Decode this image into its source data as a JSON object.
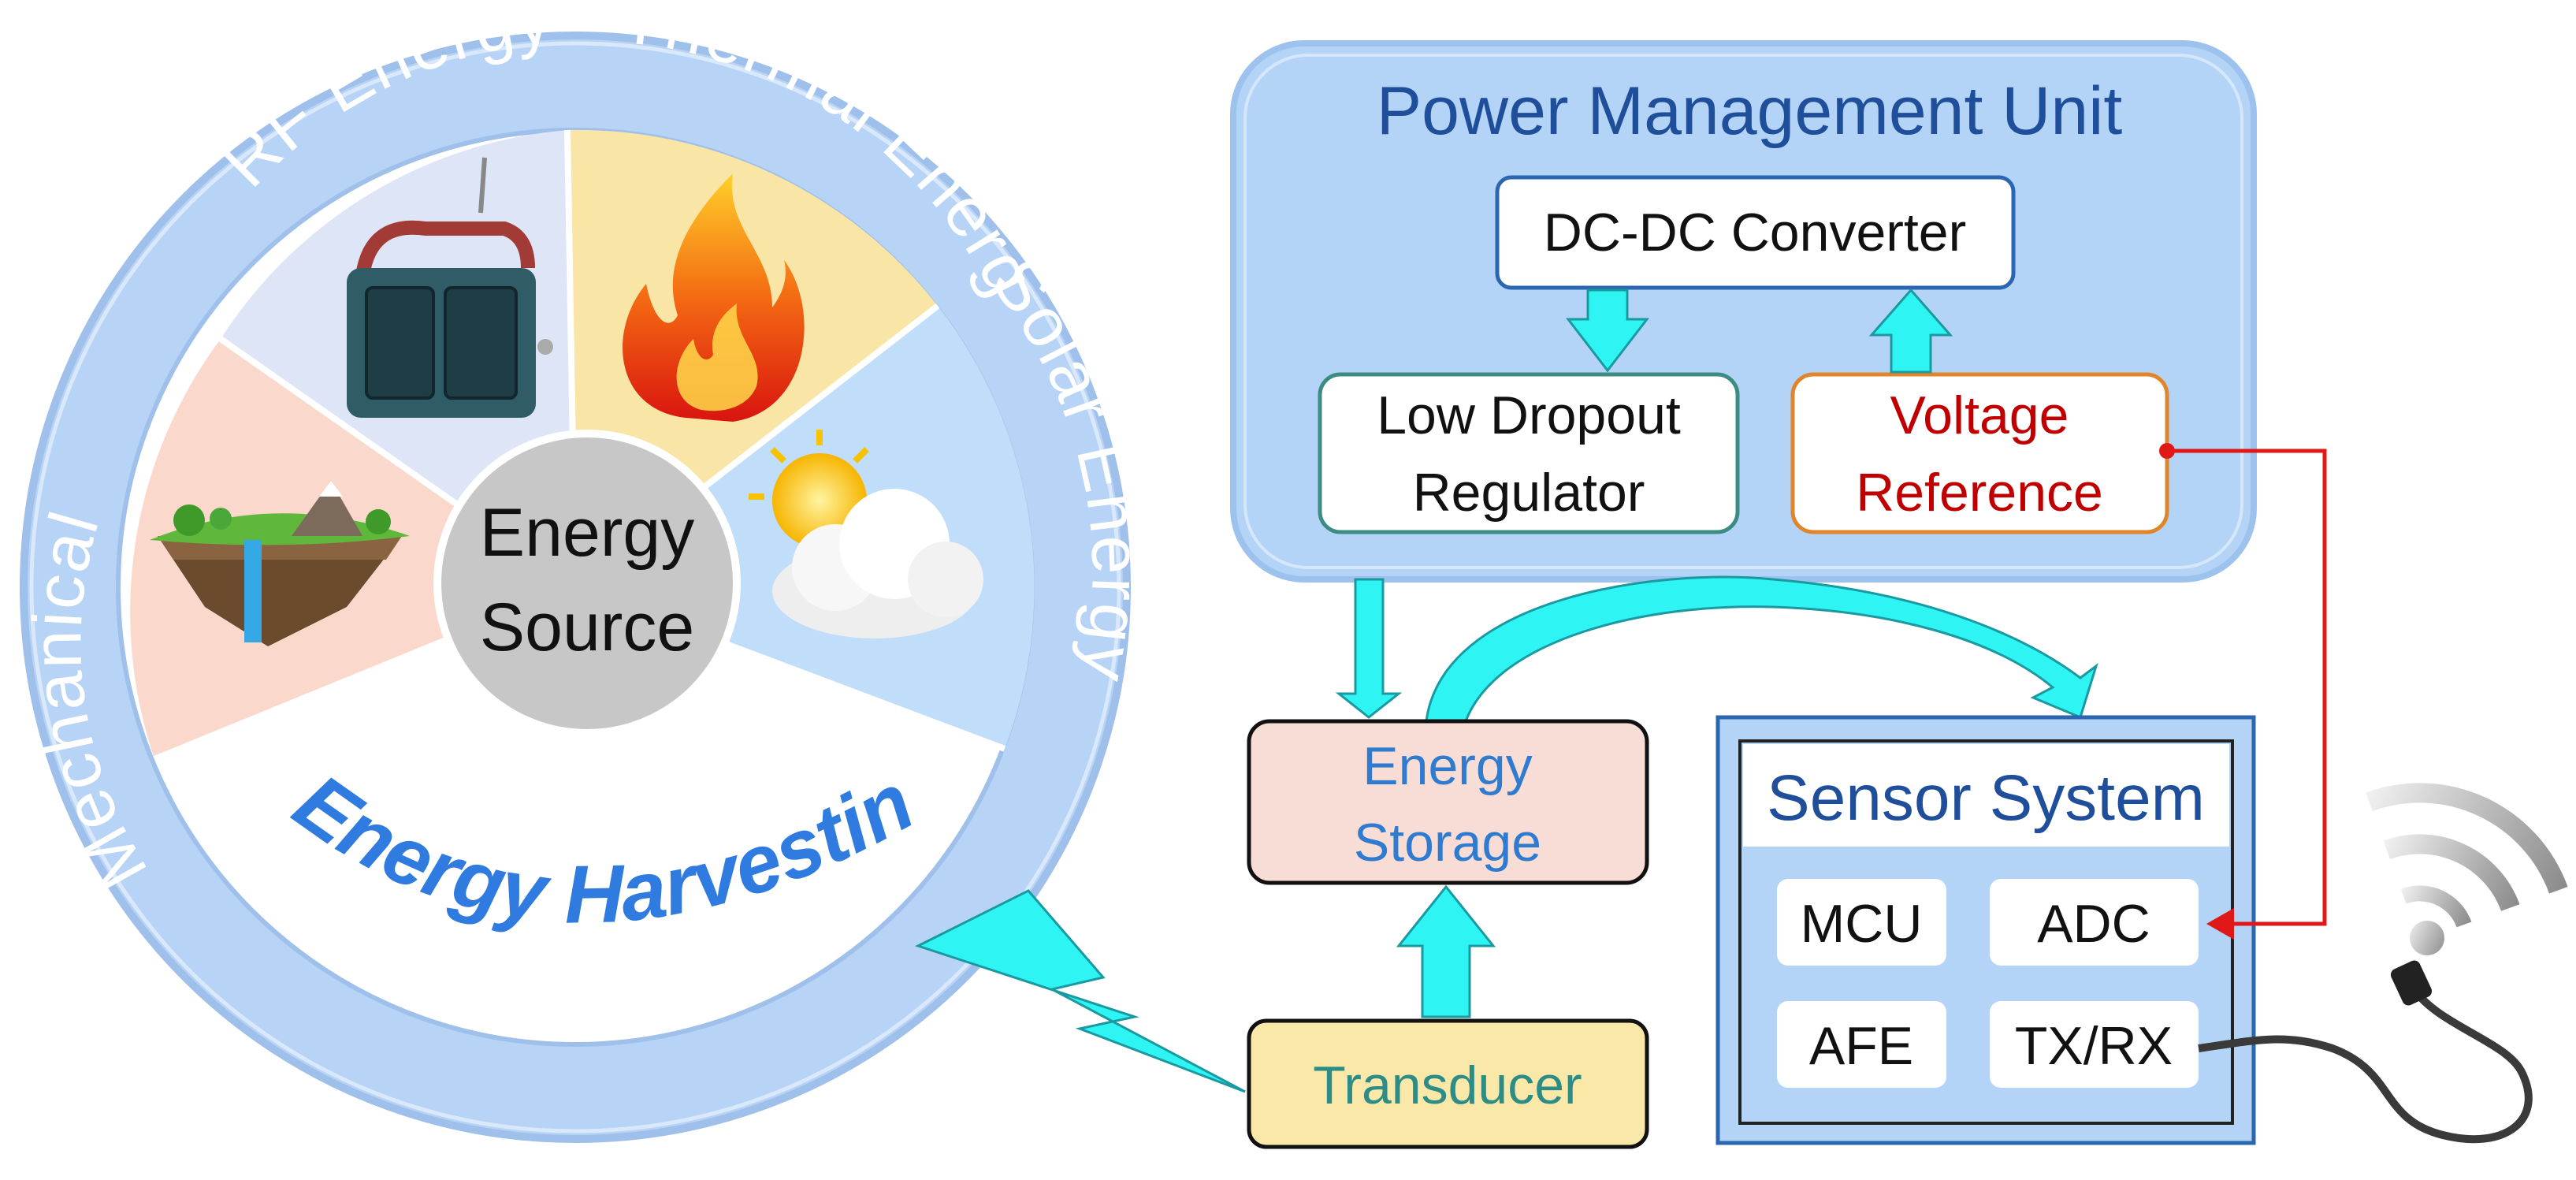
{
  "energy_source": {
    "center_line1": "Energy",
    "center_line2": "Source",
    "ring_labels": {
      "mechanical": "Mechanical Energy",
      "rf": "RF Energy",
      "thermal": "Thermal Energy",
      "solar": "Solar Energy"
    },
    "harvesting_label": "Energy Harvesting"
  },
  "pmu": {
    "title": "Power Management Unit",
    "dcdc": "DC-DC Converter",
    "ldo_line1": "Low Dropout",
    "ldo_line2": "Regulator",
    "vref_line1": "Voltage",
    "vref_line2": "Reference"
  },
  "storage": {
    "line1": "Energy",
    "line2": "Storage"
  },
  "transducer": {
    "label": "Transducer"
  },
  "sensor_system": {
    "title": "Sensor System",
    "mcu": "MCU",
    "adc": "ADC",
    "afe": "AFE",
    "txrx": "TX/RX"
  },
  "colors": {
    "ring": "#b7d3f5",
    "pmu_fill": "#b3d4f6",
    "arrow_cyan": "#2ff4f4",
    "reference_red": "#e01818",
    "storage_fill": "#f8ddd6",
    "transducer_fill": "#f9e8a8"
  },
  "icons": [
    "landscape-icon",
    "radio-icon",
    "flame-icon",
    "sun-cloud-icon",
    "wifi-icon",
    "cable-icon"
  ]
}
